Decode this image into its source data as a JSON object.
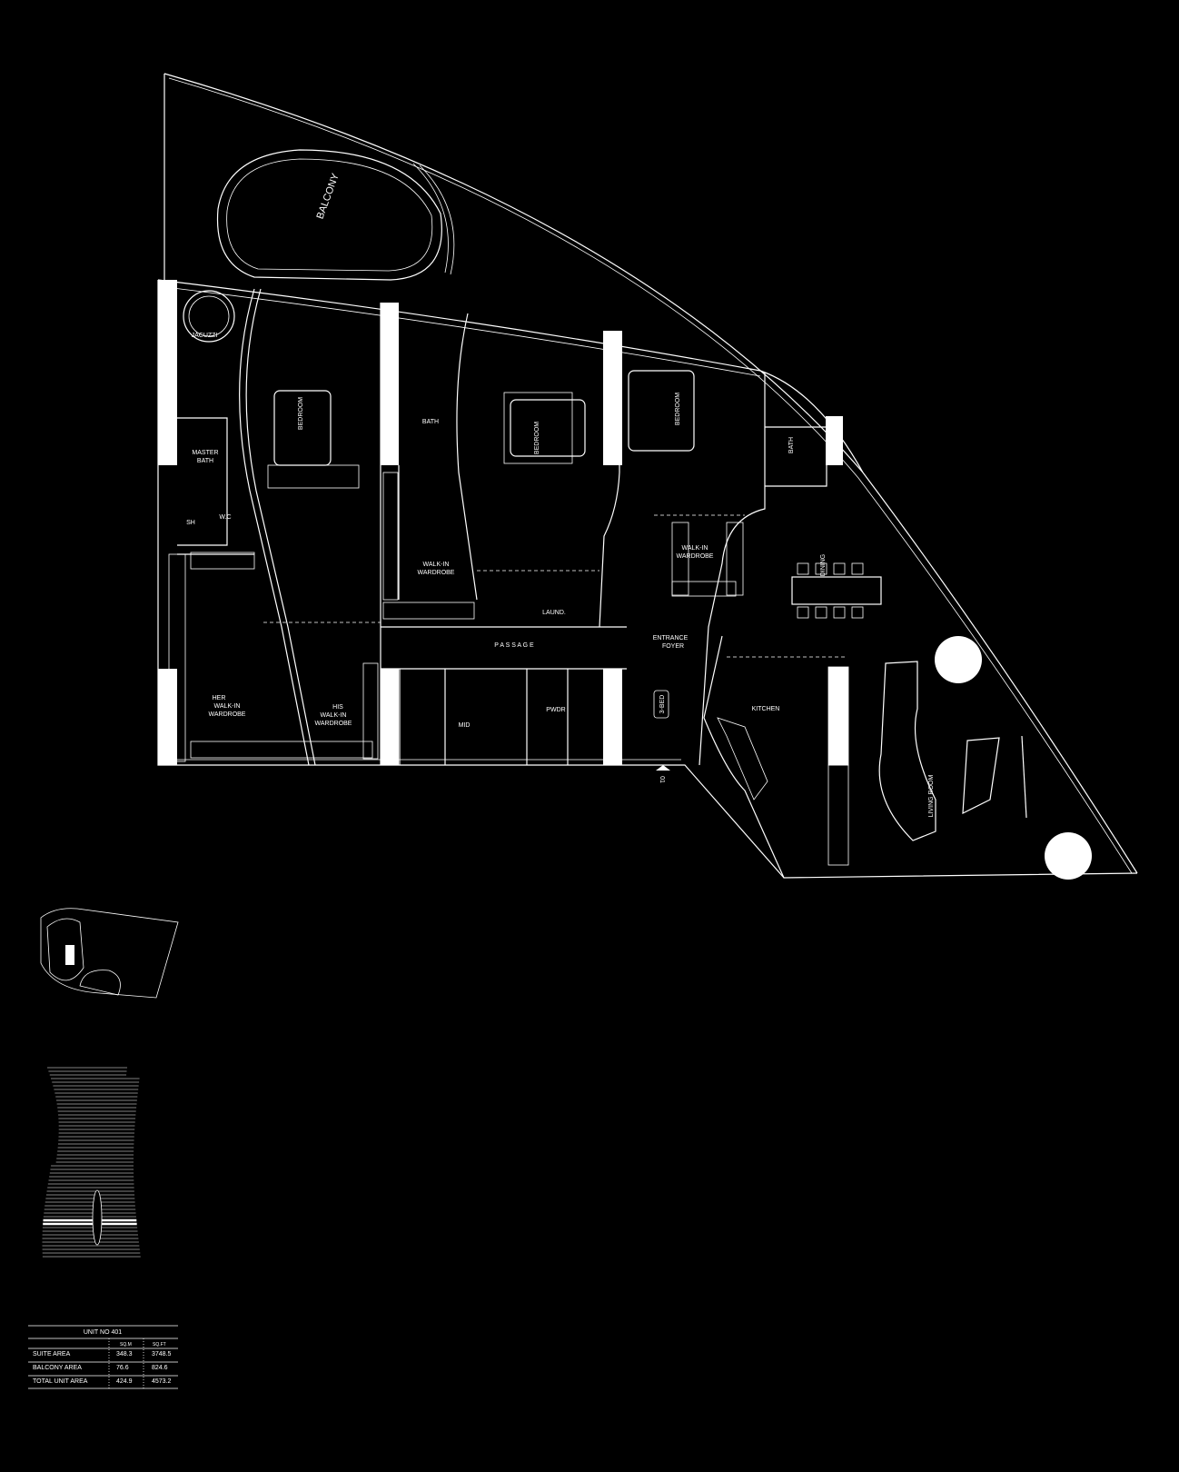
{
  "plan": {
    "rooms": {
      "balcony": "BALCONY",
      "jacuzzi": "JACUZZI",
      "master_bedroom": "BEDROOM",
      "master_bath": [
        "MASTER",
        "BATH"
      ],
      "shower": "SH",
      "wc": "W.C",
      "bath_1": "BATH",
      "bedroom_2": "BEDROOM",
      "bedroom_3": "BEDROOM",
      "bath_3": "BATH",
      "walkin_1": [
        "WALK-IN",
        "WARDROBE"
      ],
      "laundry": "LAUND.",
      "passage": "P A S S A G E",
      "walkin_2": [
        "WALK-IN",
        "WARDROBE"
      ],
      "entrance": [
        "ENTRANCE",
        "FOYER"
      ],
      "dining": "DINING",
      "kitchen": "KITCHEN",
      "living": "LIVING ROOM",
      "her_walkin": [
        "HER",
        "WALK-IN",
        "WARDROBE"
      ],
      "his_walkin": [
        "HIS",
        "WALK-IN",
        "WARDROBE"
      ],
      "maid": "MID",
      "powder": "PWDR",
      "unit_tag": "3-BED",
      "entry_marker": "01"
    }
  },
  "area_table": {
    "title": "UNIT NO 401",
    "headers": [
      "",
      "SQ.M",
      "SQ.FT"
    ],
    "rows": [
      {
        "label": "SUITE AREA",
        "sqm": "348.3",
        "sqft": "3748.5"
      },
      {
        "label": "BALCONY AREA",
        "sqm": "76.6",
        "sqft": "824.6"
      },
      {
        "label": "TOTAL UNIT AREA",
        "sqm": "424.9",
        "sqft": "4573.2"
      }
    ]
  }
}
